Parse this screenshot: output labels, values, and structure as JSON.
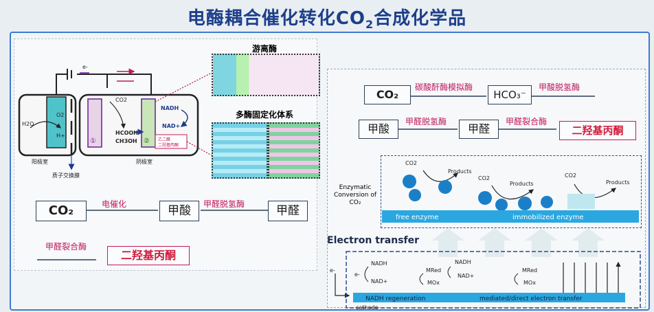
{
  "title": {
    "main": "电酶耦合催化转化CO",
    "sub": "2",
    "tail": "合成化学品"
  },
  "cell": {
    "electron": "e-",
    "h2o": "H2O",
    "o2": "O2",
    "hplus": "H+",
    "co2": "CO2",
    "hcooh": "HCOOH",
    "ch3oh": "CH3OH",
    "nadh": "NADH",
    "nadplus": "NAD+",
    "label1": "①",
    "label2": "②",
    "product_tag": "乙二醛",
    "product_tag2": "二羟基丙酮",
    "anode": "阳极室",
    "cathode": "阴极室",
    "membrane": "质子交换膜"
  },
  "enzyme_panels": {
    "free": "游离酶",
    "multi": "多酶固定化体系"
  },
  "left_flow": {
    "co2": "CO₂",
    "step1": "电催化",
    "formic": "甲酸",
    "step2": "甲醛脱氢酶",
    "formaldehyde": "甲醛",
    "step3": "甲醛裂合酶",
    "dha": "二羟基丙酮"
  },
  "right_flow": {
    "co2": "CO₂",
    "step1": "碳酸酐酶模拟酶",
    "hco3": "HCO₃⁻",
    "step2": "甲酸脱氢酶",
    "formic": "甲酸",
    "step3": "甲醛脱氢酶",
    "formaldehyde": "甲醛",
    "step4": "甲醛裂合酶",
    "dha": "二羟基丙酮"
  },
  "enzymatic": {
    "label": "Enzymatic Conversion of CO₂",
    "co2": "CO2",
    "products": "Products",
    "free_enzyme": "free enzyme",
    "immobilized_enzyme": "immobilized enzyme"
  },
  "electron_transfer": {
    "title": "Electron transfer",
    "e": "e-",
    "nadh": "NADH",
    "nadplus": "NAD+",
    "mred": "MRed",
    "mox": "MOx",
    "eminus": "e-",
    "nadh_regeneration": "NADH regeneration",
    "mediated": "mediated/direct electron transfer",
    "cathode": "cathode"
  },
  "colors": {
    "title": "#1d3f8a",
    "accent": "#c2185b",
    "frame": "#3b7bd1",
    "bar": "#2aa7e0"
  }
}
